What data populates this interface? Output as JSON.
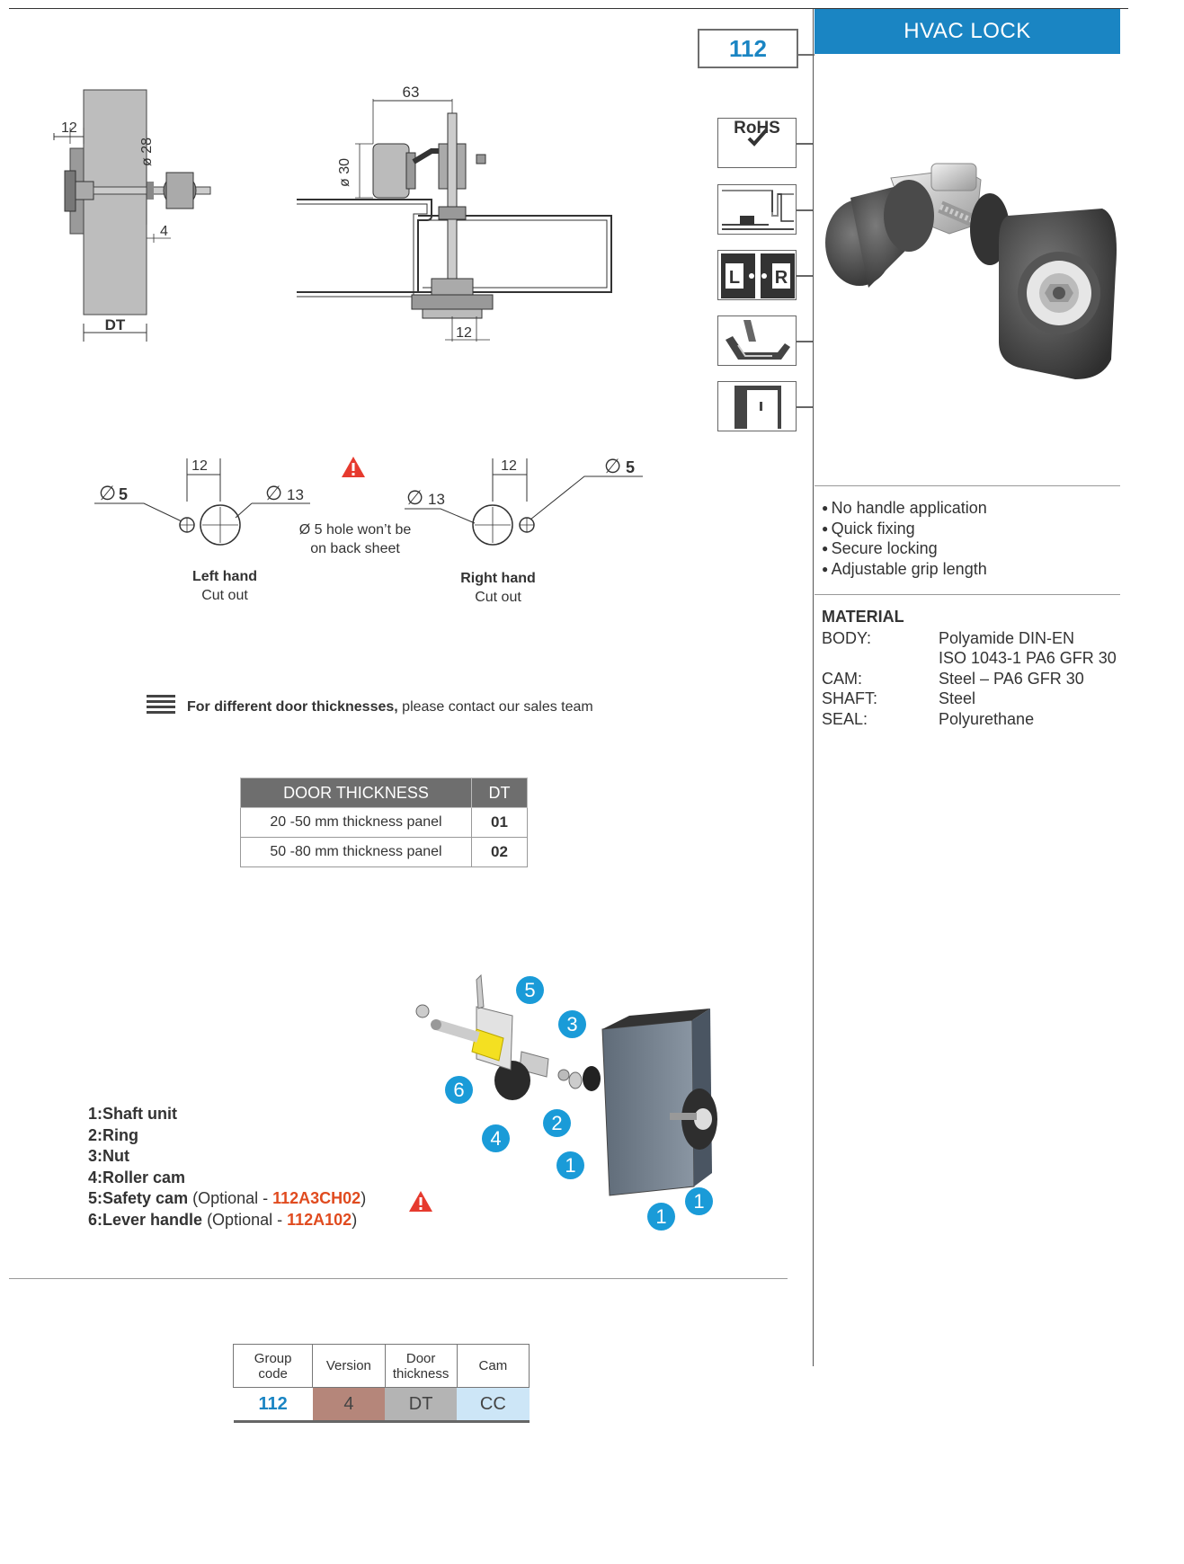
{
  "header": {
    "group_code": "112",
    "title": "HVAC LOCK",
    "accent_color": "#1a85c3"
  },
  "icons": [
    {
      "name": "rohs-icon",
      "label": "RoHS"
    },
    {
      "name": "panel-recess-icon"
    },
    {
      "name": "left-right-hand-icon",
      "left": "L",
      "right": "R"
    },
    {
      "name": "rail-profile-icon"
    },
    {
      "name": "door-icon"
    }
  ],
  "drawing": {
    "dim_12_left": "12",
    "dim_28": "ø 28",
    "dim_4": "4",
    "dim_dt": "DT",
    "dim_63": "63",
    "dim_30": "ø 30",
    "dim_12_bottom": "12"
  },
  "cutouts": {
    "left": {
      "spacing": "12",
      "small_hole": "5",
      "large_hole": "13",
      "title": "Left hand",
      "subtitle": "Cut out"
    },
    "warning_line1": "Ø 5 hole won’t be",
    "warning_line2": "on back sheet",
    "right": {
      "spacing": "12",
      "small_hole": "5",
      "large_hole": "13",
      "title": "Right hand",
      "subtitle": "Cut out"
    }
  },
  "features": [
    "No handle application",
    "Quick fixing",
    "Secure locking",
    "Adjustable grip length"
  ],
  "material": {
    "title": "MATERIAL",
    "rows": [
      {
        "label": "BODY:",
        "value": "Polyamide DIN-EN"
      },
      {
        "label": "",
        "value": "ISO 1043-1 PA6 GFR 30"
      },
      {
        "label": "CAM:",
        "value": "Steel – PA6 GFR 30"
      },
      {
        "label": "SHAFT:",
        "value": "Steel"
      },
      {
        "label": "SEAL:",
        "value": "Polyurethane"
      }
    ]
  },
  "note": {
    "bold": "For different door thicknesses,",
    "rest": " please contact our sales team"
  },
  "door_table": {
    "headers": [
      "DOOR THICKNESS",
      "DT"
    ],
    "rows": [
      [
        "20 -50  mm thickness panel",
        "01"
      ],
      [
        "50 -80  mm thickness panel",
        "02"
      ]
    ]
  },
  "parts": [
    {
      "num": "1:",
      "name": "Shaft unit"
    },
    {
      "num": "2:",
      "name": "Ring"
    },
    {
      "num": "3:",
      "name": "Nut"
    },
    {
      "num": "4:",
      "name": "Roller cam"
    },
    {
      "num": "5:",
      "name": "Safety cam",
      "opt_prefix": " (Optional - ",
      "code": "112A3CH02",
      "opt_suffix": ")"
    },
    {
      "num": "6:",
      "name": "Lever handle",
      "opt_prefix": "  (Optional - ",
      "code": "112A102",
      "opt_suffix": ")"
    }
  ],
  "callouts": [
    "5",
    "3",
    "6",
    "2",
    "4",
    "1",
    "1",
    "1"
  ],
  "code_table": {
    "headers": [
      "Group\ncode",
      "Version",
      "Door\nthickness",
      "Cam"
    ],
    "values": [
      "112",
      "4",
      "DT",
      "CC"
    ],
    "colors": [
      "#ffffff",
      "#b5867a",
      "#b4b4b4",
      "#cde6f7"
    ],
    "text_colors": [
      "#1a85c3",
      "#444444",
      "#444444",
      "#444444"
    ]
  }
}
